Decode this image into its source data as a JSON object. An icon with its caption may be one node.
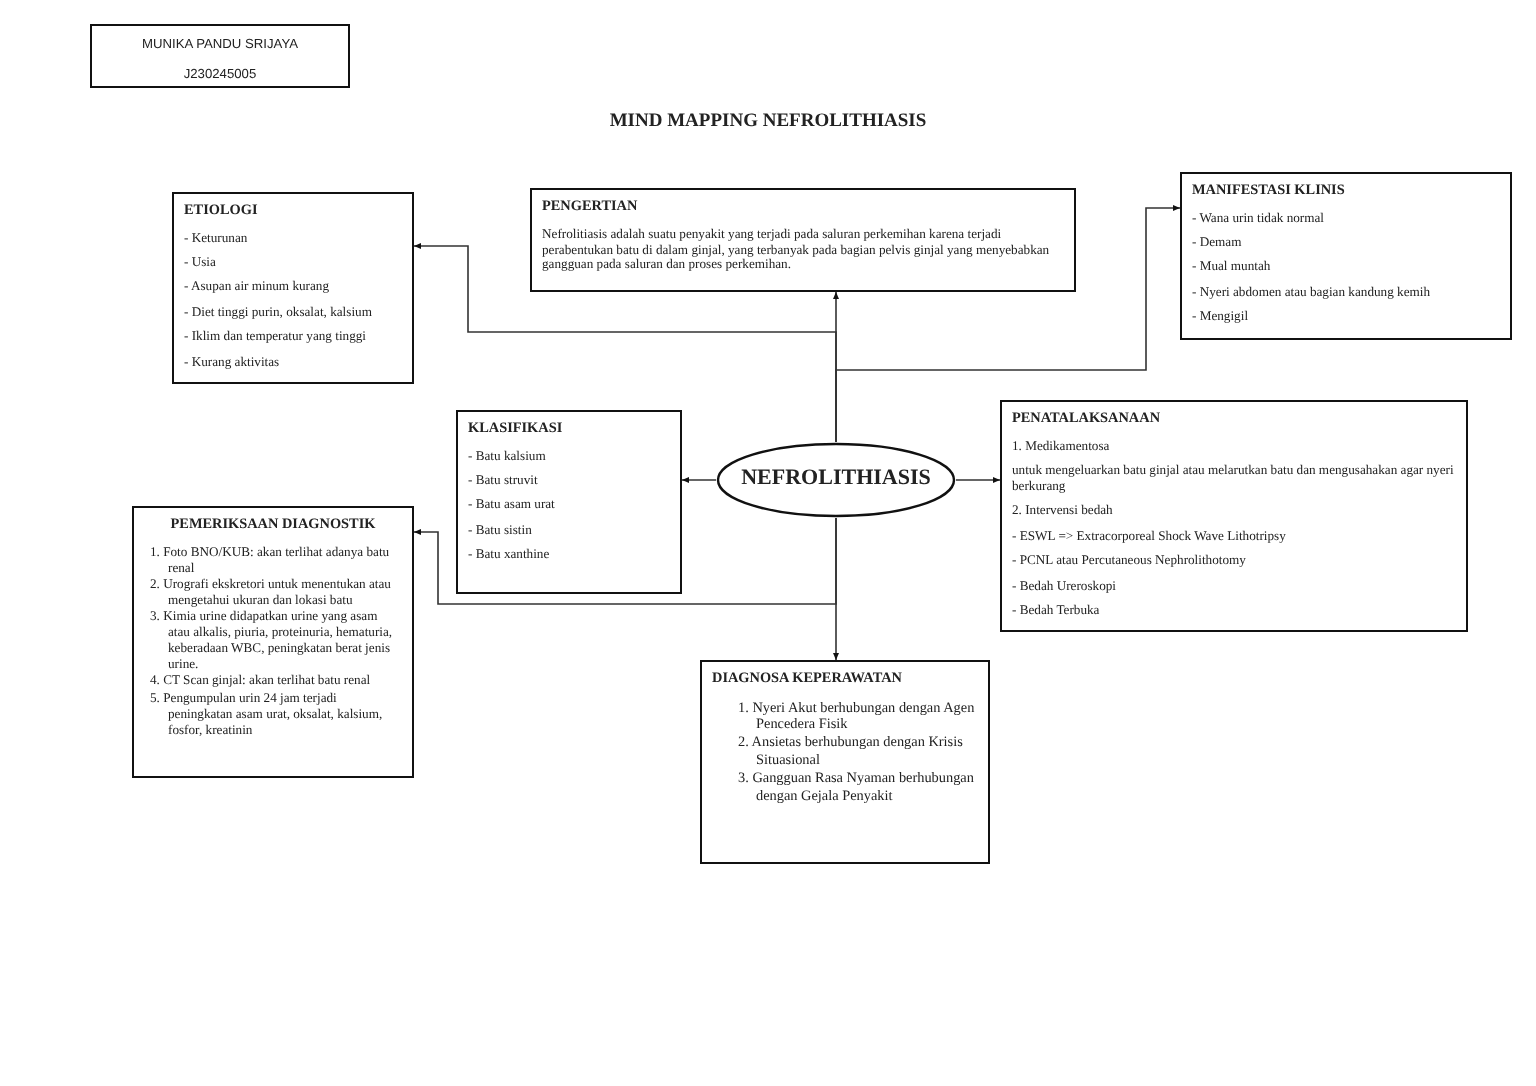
{
  "diagram": {
    "title": "MIND MAPPING NEFROLITHIASIS",
    "nodes": [
      {
        "text": [
          "MUNIKA PANDU SRIJAYA",
          "J230245005"
        ]
      },
      {
        "text": [
          "PENGERTIAN",
          "Nefrolitiasis adalah suatu penyakit yang terjadi pada saluran perkemihan karena terjadi perabentukan batu di dalam ginjal, yang terbanyak pada bagian pelvis ginjal yang menyebabkan gangguan pada saluran dan proses perkemihan."
        ]
      },
      {
        "text": [
          "ETIOLOGI",
          "- Keturunan",
          "- Usia",
          "- Asupan air minum kurang",
          "- Diet tinggi purin, oksalat, kalsium",
          "- Iklim dan temperatur yang tinggi",
          "- Kurang aktivitas"
        ]
      },
      {
        "text": [
          "MANIFESTASI KLINIS",
          "- Wana urin tidak normal",
          "- Demam",
          "- Mual muntah",
          "- Nyeri abdomen atau bagian kandung kemih",
          "- Mengigil"
        ]
      },
      {
        "text": [
          "KLASIFIKASI",
          "- Batu kalsium",
          "- Batu struvit",
          "- Batu asam urat",
          "- Batu sistin",
          "- Batu xanthine"
        ]
      },
      {
        "text": [
          "NEFROLITHIASIS"
        ]
      },
      {
        "text": [
          "PENATALAKSANAAN",
          "1. Medikamentosa",
          "untuk mengeluarkan batu ginjal atau melarutkan batu dan mengusahakan agar nyeri berkurang",
          "2. Intervensi bedah",
          "- ESWL => Extracorporeal Shock Wave Lithotripsy",
          "- PCNL atau Percutaneous Nephrolithotomy",
          "- Bedah Ureroskopi",
          "- Bedah Terbuka"
        ]
      },
      {
        "text": [
          "PEMERIKSAAN DIAGNOSTIK",
          "1. Foto BNO/KUB: akan terlihat adanya batu renal",
          "2. Urografi ekskretori untuk menentukan atau mengetahui ukuran dan lokasi batu",
          "3. Kimia urine didapatkan urine yang asam atau alkalis, piuria, proteinuria, hematuria, keberadaan WBC, peningkatan berat jenis urine.",
          "4. CT Scan ginjal: akan terlihat batu renal",
          "5. Pengumpulan urin 24 jam terjadi peningkatan asam urat, oksalat, kalsium, fosfor, kreatinin"
        ]
      },
      {
        "text": [
          "DIAGNOSA KEPERAWATAN",
          "1. Nyeri Akut berhubungan dengan Agen Pencedera Fisik",
          "2. Ansietas berhubungan dengan Krisis Situasional",
          "3. Gangguan Rasa Nyaman berhubungan dengan Gejala Penyakit"
        ]
      }
    ],
    "edges": [
      {
        "from": 5,
        "to": 1,
        "arrow": "to"
      },
      {
        "from": 5,
        "to": 2,
        "arrow": "to"
      },
      {
        "from": 5,
        "to": 3,
        "arrow": "to"
      },
      {
        "from": 5,
        "to": 4,
        "arrow": "to"
      },
      {
        "from": 5,
        "to": 6,
        "arrow": "to"
      },
      {
        "from": 5,
        "to": 7,
        "arrow": "to"
      },
      {
        "from": 5,
        "to": 8,
        "arrow": "to"
      }
    ]
  }
}
